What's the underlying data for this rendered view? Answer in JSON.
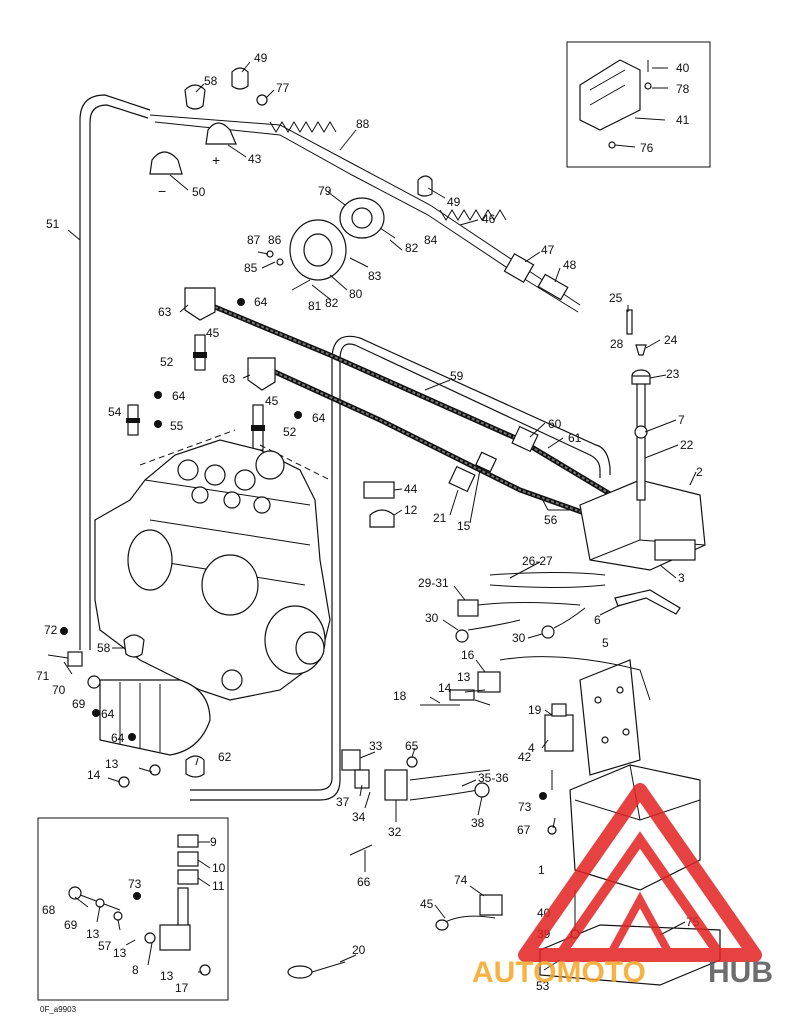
{
  "callouts": [
    "49",
    "58",
    "77",
    "43",
    "50",
    "88",
    "79",
    "49",
    "46",
    "87",
    "86",
    "85",
    "82",
    "84",
    "81",
    "80",
    "83",
    "82",
    "47",
    "48",
    "40",
    "78",
    "41",
    "76",
    "51",
    "63",
    "64",
    "45",
    "52",
    "63",
    "64",
    "45",
    "52",
    "64",
    "54",
    "55",
    "59",
    "25",
    "28",
    "24",
    "23",
    "7",
    "22",
    "2",
    "3",
    "60",
    "61",
    "44",
    "12",
    "21",
    "15",
    "56",
    "26-27",
    "29-31",
    "30",
    "30",
    "6",
    "5",
    "72",
    "71",
    "70",
    "58",
    "69",
    "64",
    "64",
    "13",
    "14",
    "62",
    "16",
    "13",
    "14",
    "18",
    "19",
    "4",
    "33",
    "65",
    "37",
    "34",
    "32",
    "35-36",
    "38",
    "42",
    "73",
    "67",
    "1",
    "66",
    "40",
    "39",
    "74",
    "75",
    "45",
    "53",
    "9",
    "10",
    "11",
    "73",
    "68",
    "69",
    "13",
    "57",
    "13",
    "8",
    "13",
    "17",
    "20"
  ],
  "figure_code": "0F_a9903",
  "watermark": {
    "brand_a": "AUTOMOTO",
    "brand_b": "HUB",
    "color_red": "#e32222",
    "color_orange": "#f5a623",
    "color_gray": "#555555"
  }
}
